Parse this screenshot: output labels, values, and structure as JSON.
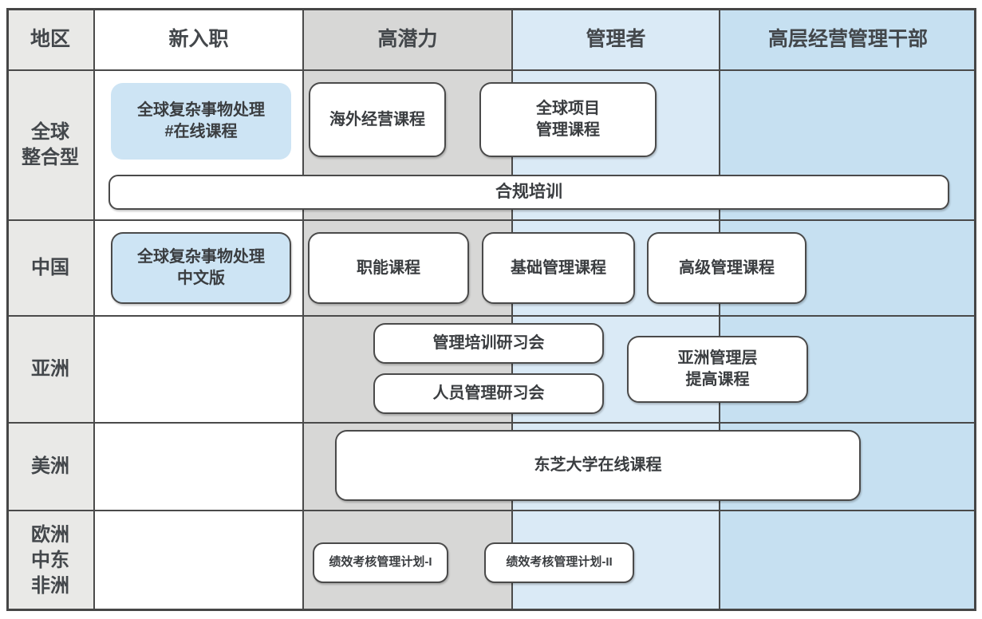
{
  "diagram": {
    "header": {
      "corner": "地区",
      "columns": [
        "新入职",
        "高潜力",
        "管理者",
        "高层经营管理干部"
      ]
    },
    "rows": [
      "全球\n整合型",
      "中国",
      "亚洲",
      "美洲",
      "欧洲\n中东\n非洲"
    ],
    "courses": [
      {
        "id": "global-complex-online",
        "label": "全球复杂事物处理\n#在线课程"
      },
      {
        "id": "overseas-business",
        "label": "海外经营课程"
      },
      {
        "id": "global-project-mgmt",
        "label": "全球项目\n管理课程"
      },
      {
        "id": "compliance-training",
        "label": "合规培训"
      },
      {
        "id": "global-complex-chinese",
        "label": "全球复杂事物处理\n中文版"
      },
      {
        "id": "functional-course",
        "label": "职能课程"
      },
      {
        "id": "basic-mgmt-course",
        "label": "基础管理课程"
      },
      {
        "id": "advanced-mgmt-course",
        "label": "高级管理课程"
      },
      {
        "id": "mgmt-training-workshop",
        "label": "管理培训研习会"
      },
      {
        "id": "people-mgmt-workshop",
        "label": "人员管理研习会"
      },
      {
        "id": "asia-mgmt-improvement",
        "label": "亚洲管理层\n提高课程"
      },
      {
        "id": "toshiba-univ-online",
        "label": "东芝大学在线课程"
      },
      {
        "id": "performance-plan-1",
        "label": "绩效考核管理计划-I"
      },
      {
        "id": "performance-plan-2",
        "label": "绩效考核管理计划-II"
      }
    ],
    "colors": {
      "grid_line": "#4a4a4a",
      "region_column_bg": "#e9e9e7",
      "new_hire_column_bg": "#ffffff",
      "high_potential_column_bg": "#d7d7d6",
      "manager_column_bg": "#daeaf6",
      "executive_column_bg": "#c6e0f1",
      "highlight_course_bg": "#cde4f4",
      "text": "#43474b"
    }
  }
}
